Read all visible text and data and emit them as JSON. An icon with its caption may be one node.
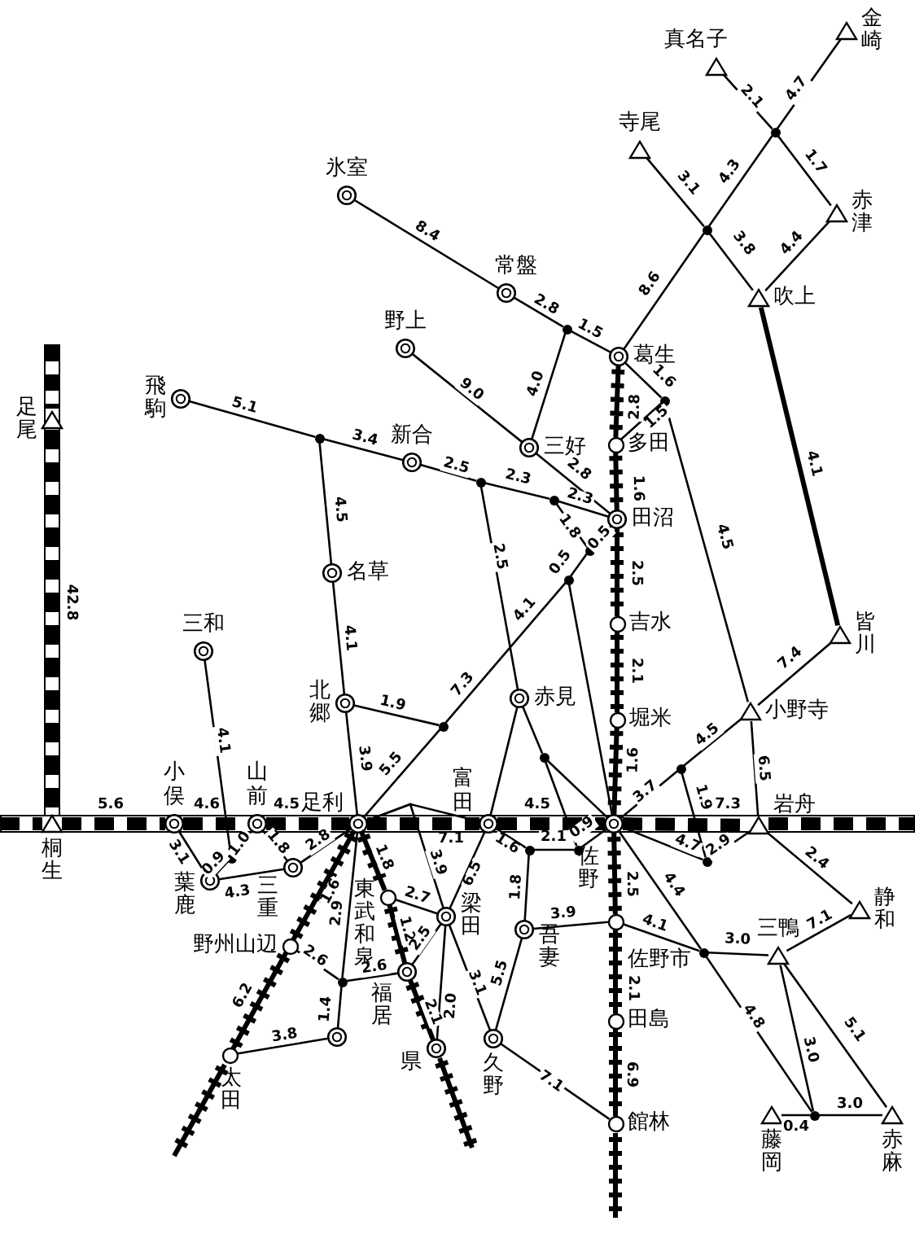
{
  "diagram": {
    "nodes": [
      {
        "text": [
          "真名子"
        ]
      },
      {
        "text": [
          "金崎"
        ]
      },
      {
        "text": [
          "寺尾"
        ]
      },
      {
        "text": [],
        "shape": "dot"
      },
      {
        "text": [
          "赤津"
        ]
      },
      {
        "text": [],
        "shape": "dot"
      },
      {
        "text": [
          "吹上"
        ]
      },
      {
        "text": [
          "氷室"
        ]
      },
      {
        "text": [
          "常盤"
        ]
      },
      {
        "text": [],
        "shape": "dot"
      },
      {
        "text": [
          "葛生"
        ]
      },
      {
        "text": [
          "野上"
        ]
      },
      {
        "text": [
          "飛駒"
        ]
      },
      {
        "text": [],
        "shape": "dot"
      },
      {
        "text": [
          "新合"
        ]
      },
      {
        "text": [
          "三好"
        ]
      },
      {
        "text": [],
        "shape": "dot"
      },
      {
        "text": [
          "多田"
        ]
      },
      {
        "text": [],
        "shape": "dot"
      },
      {
        "text": [],
        "shape": "dot"
      },
      {
        "text": [
          "田沼"
        ]
      },
      {
        "text": [],
        "shape": "dot"
      },
      {
        "text": [],
        "shape": "dot"
      },
      {
        "text": [
          "名草"
        ]
      },
      {
        "text": [
          "吉水"
        ]
      },
      {
        "text": [
          "皆川"
        ]
      },
      {
        "text": [
          "三和"
        ]
      },
      {
        "text": [
          "北郷"
        ]
      },
      {
        "text": [],
        "shape": "dot"
      },
      {
        "text": [
          "赤見"
        ]
      },
      {
        "text": [
          "堀米"
        ]
      },
      {
        "text": [
          "小野寺"
        ]
      },
      {
        "text": [],
        "shape": "dot"
      },
      {
        "text": [],
        "shape": "dot"
      },
      {
        "text": [
          "小俣"
        ]
      },
      {
        "text": [
          "山前"
        ]
      },
      {
        "text": [
          "足利"
        ]
      },
      {
        "text": [
          "富田"
        ]
      },
      {
        "text": [
          "佐野"
        ]
      },
      {
        "text": [
          "岩舟"
        ]
      },
      {
        "text": [
          "桐生"
        ]
      },
      {
        "text": [
          "足尾"
        ]
      },
      {
        "text": [],
        "shape": "dot"
      },
      {
        "text": [
          "葉鹿"
        ]
      },
      {
        "text": [
          "三重"
        ]
      },
      {
        "text": [],
        "shape": "dot"
      },
      {
        "text": [],
        "shape": "dot"
      },
      {
        "text": [
          "東武和泉"
        ]
      },
      {
        "text": [
          "梁田"
        ]
      },
      {
        "text": [
          "吾妻"
        ]
      },
      {
        "text": [
          "佐野市"
        ]
      },
      {
        "text": [],
        "shape": "dot"
      },
      {
        "text": [
          "三鴨"
        ]
      },
      {
        "text": [
          "静和"
        ]
      },
      {
        "text": [
          "野州山辺"
        ]
      },
      {
        "text": [],
        "shape": "dot"
      },
      {
        "text": [
          "福居"
        ]
      },
      {
        "text": [
          "太田"
        ]
      },
      {
        "text": [],
        "shape": "circle"
      },
      {
        "text": [
          "県"
        ]
      },
      {
        "text": [
          "久野"
        ]
      },
      {
        "text": [
          "田島"
        ]
      },
      {
        "text": [
          "館林"
        ]
      },
      {
        "text": [
          "藤岡"
        ]
      },
      {
        "text": [],
        "shape": "dot"
      },
      {
        "text": [
          "赤麻"
        ]
      },
      {
        "text": [],
        "shape": "dot"
      }
    ],
    "edges": [
      {
        "from": 0,
        "to": 3,
        "arrow": "none",
        "label": "2.1"
      },
      {
        "from": 3,
        "to": 1,
        "arrow": "none",
        "label": "4.7"
      },
      {
        "from": 2,
        "to": 5,
        "arrow": "none",
        "label": "3.1"
      },
      {
        "from": 5,
        "to": 3,
        "arrow": "none",
        "label": "4.3"
      },
      {
        "from": 3,
        "to": 4,
        "arrow": "none",
        "label": "1.7"
      },
      {
        "from": 5,
        "to": 6,
        "arrow": "none",
        "label": "3.8"
      },
      {
        "from": 4,
        "to": 6,
        "arrow": "none",
        "label": "4.4"
      },
      {
        "from": 10,
        "to": 5,
        "arrow": "none",
        "label": "8.6"
      },
      {
        "from": 7,
        "to": 8,
        "arrow": "none",
        "label": "8.4"
      },
      {
        "from": 8,
        "to": 9,
        "arrow": "none",
        "label": "2.8"
      },
      {
        "from": 9,
        "to": 10,
        "arrow": "none",
        "label": "1.5"
      },
      {
        "from": 9,
        "to": 15,
        "arrow": "none",
        "label": "4.0"
      },
      {
        "from": 11,
        "to": 15,
        "arrow": "none",
        "label": "9.0"
      },
      {
        "from": 6,
        "to": 25,
        "arrow": "none",
        "label": "4.1",
        "style": "thick"
      },
      {
        "from": 10,
        "to": 16,
        "arrow": "none",
        "label": "1.6"
      },
      {
        "from": 16,
        "to": 17,
        "arrow": "none",
        "label": "1.5"
      },
      {
        "from": 16,
        "to": 31,
        "arrow": "none",
        "label": "4.5"
      },
      {
        "from": 10,
        "to": 17,
        "arrow": "none",
        "label": "2.8",
        "style": "thick"
      },
      {
        "from": 17,
        "to": 20,
        "arrow": "none",
        "label": "1.6",
        "style": "thick"
      },
      {
        "from": 12,
        "to": 13,
        "arrow": "none",
        "label": "5.1"
      },
      {
        "from": 13,
        "to": 14,
        "arrow": "none",
        "label": "3.4"
      },
      {
        "from": 14,
        "to": 18,
        "arrow": "none",
        "label": "2.5"
      },
      {
        "from": 18,
        "to": 19,
        "arrow": "none",
        "label": "2.3"
      },
      {
        "from": 19,
        "to": 20,
        "arrow": "none",
        "label": "2.3"
      },
      {
        "from": 15,
        "to": 20,
        "arrow": "none",
        "label": "2.8"
      },
      {
        "from": 19,
        "to": 21,
        "arrow": "none",
        "label": "1.8"
      },
      {
        "from": 21,
        "to": 20,
        "arrow": "none",
        "label": "0.5"
      },
      {
        "from": 22,
        "to": 21,
        "arrow": "none",
        "label": "0.5"
      },
      {
        "from": 13,
        "to": 23,
        "arrow": "none",
        "label": "4.5"
      },
      {
        "from": 18,
        "to": 29,
        "arrow": "none",
        "label": "2.5"
      },
      {
        "from": 22,
        "to": 28,
        "arrow": "none",
        "label": "4.1"
      },
      {
        "from": 20,
        "to": 24,
        "arrow": "none",
        "label": "2.5",
        "style": "thick"
      },
      {
        "from": 24,
        "to": 30,
        "arrow": "none",
        "label": "2.1",
        "style": "thick"
      },
      {
        "from": 23,
        "to": 27,
        "arrow": "none",
        "label": "4.1"
      },
      {
        "from": 25,
        "to": 31,
        "arrow": "none",
        "label": "7.4"
      },
      {
        "from": 26,
        "to": 42,
        "arrow": "none",
        "label": "4.1"
      },
      {
        "from": 27,
        "to": 28,
        "arrow": "none",
        "label": "1.9"
      },
      {
        "from": 27,
        "to": 36,
        "arrow": "none",
        "label": "3.9"
      },
      {
        "from": 28,
        "to": 36,
        "arrow": "none",
        "label": "5.5"
      },
      {
        "from": 30,
        "to": 38,
        "arrow": "none",
        "label": "1.6",
        "style": "thick"
      },
      {
        "from": 29,
        "to": 32,
        "arrow": "none"
      },
      {
        "from": 29,
        "to": 37,
        "arrow": "none"
      },
      {
        "from": 22,
        "to": 38,
        "arrow": "none"
      },
      {
        "from": 32,
        "to": 38,
        "arrow": "none"
      },
      {
        "from": 32,
        "to": 46,
        "arrow": "none"
      },
      {
        "from": 31,
        "to": 39,
        "arrow": "none",
        "label": "6.5"
      },
      {
        "from": 38,
        "to": 33,
        "arrow": "none",
        "label": "3.7"
      },
      {
        "from": 33,
        "to": 31,
        "arrow": "none",
        "label": "4.5"
      },
      {
        "from": 33,
        "to": 66,
        "arrow": "none",
        "label": "1.9"
      },
      {
        "from": 38,
        "to": 66,
        "arrow": "none",
        "label": "4.7"
      },
      {
        "from": 66,
        "to": 39,
        "arrow": "none",
        "label": "2.9"
      },
      {
        "from": 41,
        "to": 40,
        "arrow": "none",
        "label": "42.8",
        "style": "dashed"
      },
      {
        "from": 40,
        "to": 34,
        "arrow": "none",
        "label": "5.6",
        "style": "dashed"
      },
      {
        "from": 34,
        "to": 35,
        "arrow": "none",
        "label": "4.6",
        "style": "dashed"
      },
      {
        "from": 35,
        "to": 36,
        "arrow": "none",
        "label": "4.5",
        "style": "dashed"
      },
      {
        "from": 36,
        "to": 37,
        "arrow": "none",
        "label": "7.1",
        "style": "dashed"
      },
      {
        "from": 37,
        "to": 38,
        "arrow": "none",
        "label": "4.5",
        "style": "dashed"
      },
      {
        "from": 38,
        "to": 39,
        "arrow": "none",
        "label": "7.3",
        "style": "dashed"
      },
      {
        "from": 34,
        "to": 43,
        "arrow": "none",
        "label": "3.1"
      },
      {
        "from": 42,
        "to": 43,
        "arrow": "none",
        "label": "0.9"
      },
      {
        "from": 42,
        "to": 35,
        "arrow": "none",
        "label": "1.0"
      },
      {
        "from": 35,
        "to": 44,
        "arrow": "none",
        "label": "1.8"
      },
      {
        "from": 44,
        "to": 36,
        "arrow": "none",
        "label": "2.8"
      },
      {
        "from": 43,
        "to": 44,
        "arrow": "none",
        "label": "4.3"
      },
      {
        "from": 36,
        "to": 54,
        "arrow": "none",
        "label": "1.6",
        "style": "thick"
      },
      {
        "from": 36,
        "to": 47,
        "arrow": "none",
        "label": "1.8",
        "style": "thick"
      },
      {
        "from": 36,
        "to": 55,
        "arrow": "none",
        "label": "2.9"
      },
      {
        "from": 36,
        "to": 48,
        "arrow": "none",
        "label": "3.9"
      },
      {
        "from": 36,
        "to": 37,
        "arrow": "none"
      },
      {
        "from": 37,
        "to": 45,
        "arrow": "none",
        "label": "1.6"
      },
      {
        "from": 45,
        "to": 46,
        "arrow": "none",
        "label": "2.1"
      },
      {
        "from": 46,
        "to": 38,
        "arrow": "none",
        "label": "0.9"
      },
      {
        "from": 45,
        "to": 49,
        "arrow": "none",
        "label": "1.8"
      },
      {
        "from": 48,
        "to": 37,
        "arrow": "none",
        "label": "6.5"
      },
      {
        "from": 47,
        "to": 48,
        "arrow": "none",
        "label": "2.7"
      },
      {
        "from": 47,
        "to": 56,
        "arrow": "none",
        "label": "1.2",
        "style": "thick"
      },
      {
        "from": 56,
        "to": 48,
        "arrow": "none",
        "label": "2.5"
      },
      {
        "from": 38,
        "to": 50,
        "arrow": "none",
        "label": "2.5",
        "style": "thick"
      },
      {
        "from": 49,
        "to": 50,
        "arrow": "none",
        "label": "3.9"
      },
      {
        "from": 50,
        "to": 51,
        "arrow": "none",
        "label": "4.1"
      },
      {
        "from": 38,
        "to": 51,
        "arrow": "none",
        "label": "4.4"
      },
      {
        "from": 51,
        "to": 52,
        "arrow": "none",
        "label": "3.0"
      },
      {
        "from": 52,
        "to": 53,
        "arrow": "none",
        "label": "7.1"
      },
      {
        "from": 39,
        "to": 53,
        "arrow": "none",
        "label": "2.4"
      },
      {
        "from": 54,
        "to": 55,
        "arrow": "none",
        "label": "2.6"
      },
      {
        "from": 55,
        "to": 56,
        "arrow": "none",
        "label": "2.6"
      },
      {
        "from": 54,
        "to": 57,
        "arrow": "none",
        "label": "6.2",
        "style": "thick"
      },
      {
        "from": 55,
        "to": 58,
        "arrow": "none",
        "label": "1.4"
      },
      {
        "from": 58,
        "to": 57,
        "arrow": "none",
        "label": "3.8"
      },
      {
        "from": 56,
        "to": 59,
        "arrow": "none",
        "label": "2.1",
        "style": "thick"
      },
      {
        "from": 48,
        "to": 59,
        "arrow": "none",
        "label": "2.0"
      },
      {
        "from": 48,
        "to": 60,
        "arrow": "none",
        "label": "3.1"
      },
      {
        "from": 49,
        "to": 60,
        "arrow": "none",
        "label": "5.5"
      },
      {
        "from": 50,
        "to": 61,
        "arrow": "none",
        "label": "2.1",
        "style": "thick"
      },
      {
        "from": 61,
        "to": 62,
        "arrow": "none",
        "label": "6.9",
        "style": "thick"
      },
      {
        "from": 60,
        "to": 62,
        "arrow": "none",
        "label": "7.1"
      },
      {
        "from": 51,
        "to": 64,
        "arrow": "none",
        "label": "4.8"
      },
      {
        "from": 52,
        "to": 64,
        "arrow": "none",
        "label": "3.0"
      },
      {
        "from": 52,
        "to": 65,
        "arrow": "none",
        "label": "5.1"
      },
      {
        "from": 63,
        "to": 64,
        "arrow": "none",
        "label": "0.4"
      },
      {
        "from": 64,
        "to": 65,
        "arrow": "none",
        "label": "3.0"
      }
    ],
    "labels": [
      "7.3"
    ]
  }
}
